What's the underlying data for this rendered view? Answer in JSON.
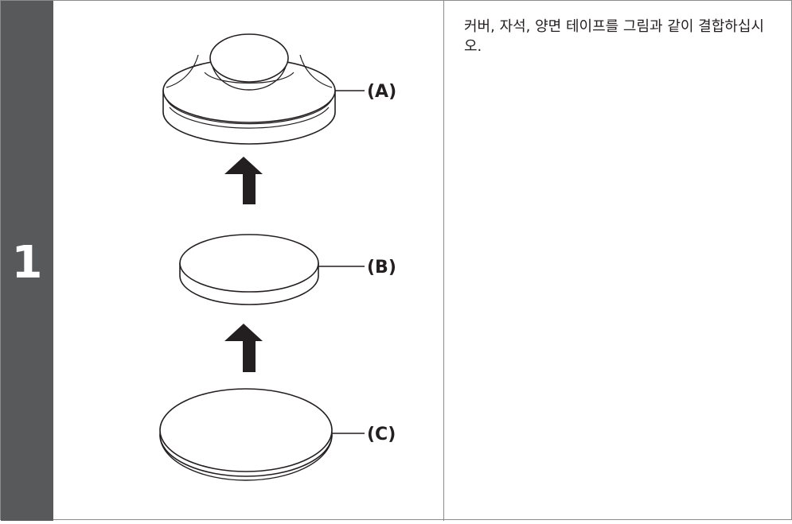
{
  "step": {
    "number": "1"
  },
  "instruction": "커버, 자석, 양면 테이프를 그림과 같이 결합하십시오.",
  "parts": [
    {
      "label": "(A)",
      "name": "cover"
    },
    {
      "label": "(B)",
      "name": "magnet"
    },
    {
      "label": "(C)",
      "name": "double-sided-tape"
    }
  ],
  "colors": {
    "sidebar": "#58595b",
    "border": "#8c8c8c",
    "ink": "#231f20"
  }
}
